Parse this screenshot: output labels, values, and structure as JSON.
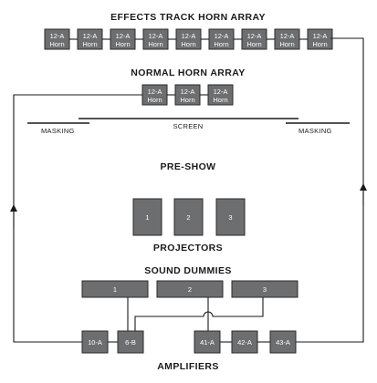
{
  "titles": {
    "effects": "EFFECTS TRACK HORN ARRAY",
    "normal": "NORMAL HORN ARRAY",
    "preshow": "PRE-SHOW",
    "projectors": "PROJECTORS",
    "dummies": "SOUND DUMMIES",
    "amplifiers": "AMPLIFIERS"
  },
  "screen": {
    "left_label": "MASKING",
    "center_label": "SCREEN",
    "right_label": "MASKING"
  },
  "effects_horns": [
    {
      "top": "12-A",
      "bottom": "Horn"
    },
    {
      "top": "12-A",
      "bottom": "Horn"
    },
    {
      "top": "12-A",
      "bottom": "Horn"
    },
    {
      "top": "12-A",
      "bottom": "Horn"
    },
    {
      "top": "12-A",
      "bottom": "Horn"
    },
    {
      "top": "12-A",
      "bottom": "Horn"
    },
    {
      "top": "12-A",
      "bottom": "Horn"
    },
    {
      "top": "12-A",
      "bottom": "Horn"
    },
    {
      "top": "12-A",
      "bottom": "Horn"
    }
  ],
  "normal_horns": [
    {
      "top": "12-A",
      "bottom": "Horn"
    },
    {
      "top": "12-A",
      "bottom": "Horn"
    },
    {
      "top": "12-A",
      "bottom": "Horn"
    }
  ],
  "projectors": [
    "1",
    "2",
    "3"
  ],
  "sound_dummies": [
    "1",
    "2",
    "3"
  ],
  "amplifiers": [
    "10-A",
    "6-B",
    "41-A",
    "42-A",
    "43-A"
  ],
  "colors": {
    "box_fill": "#6d6e70",
    "box_stroke": "#2b2b2b",
    "line": "#1a1a1a"
  }
}
